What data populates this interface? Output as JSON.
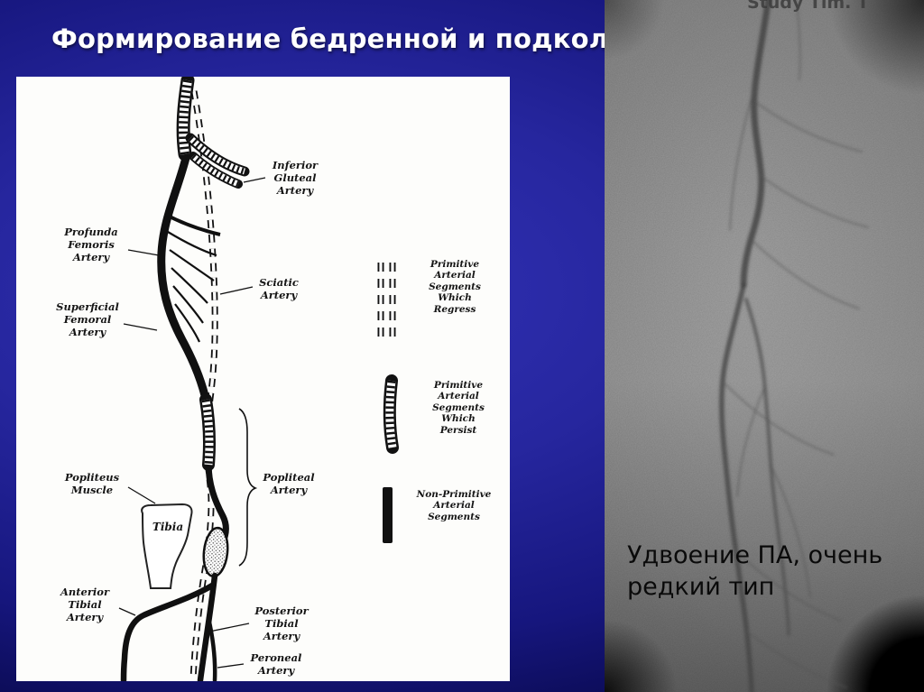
{
  "slide": {
    "title": "Формирование бедренной и подколенной артерии",
    "caption": "Удвоение ПА, очень\nредкий тип",
    "study_overlay": "Study Tim. T"
  },
  "colors": {
    "slide_bg_center": "#3232b8",
    "slide_bg_edge": "#000019",
    "title_color": "#ffffff",
    "caption_color": "#0a0a0a",
    "panel_bg": "#fdfdfb"
  },
  "diagram": {
    "labels": {
      "inferior_gluteal": "Inferior\nGluteal\nArtery",
      "profunda_femoris": "Profunda\nFemoris\nArtery",
      "sciatic": "Sciatic\nArtery",
      "superficial_femoral": "Superficial\nFemoral\nArtery",
      "popliteus_muscle": "Popliteus\nMuscle",
      "tibia": "Tibia",
      "popliteal": "Popliteal\nArtery",
      "anterior_tibial": "Anterior\nTibial\nArtery",
      "posterior_tibial": "Posterior\nTibial\nArtery",
      "peroneal": "Peroneal\nArtery"
    },
    "legend": [
      {
        "icon": "dashed-segments-icon",
        "label": "Primitive\nArterial\nSegments\nWhich\nRegress"
      },
      {
        "icon": "ribbed-segment-icon",
        "label": "Primitive\nArterial\nSegments\nWhich\nPersist"
      },
      {
        "icon": "solid-segment-icon",
        "label": "Non-Primitive\nArterial\nSegments"
      }
    ]
  }
}
